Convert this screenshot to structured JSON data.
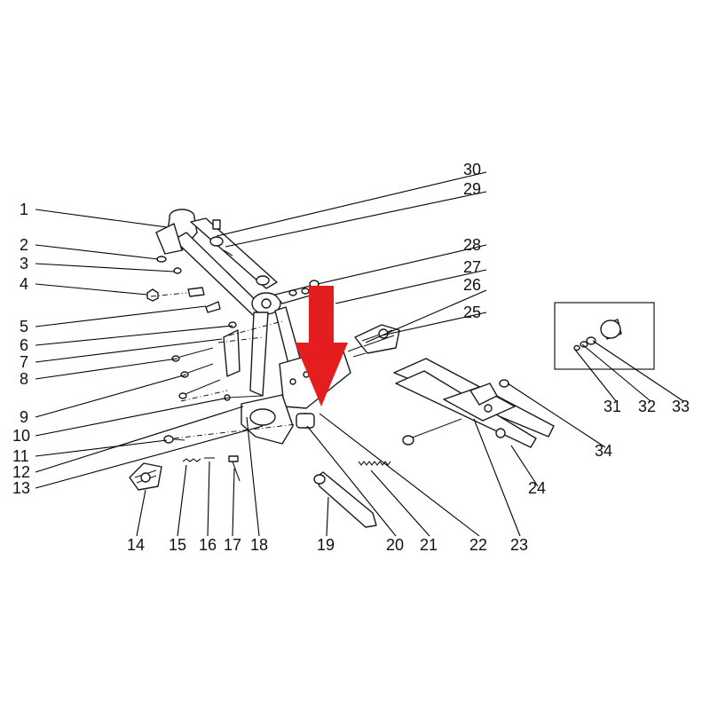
{
  "diagram": {
    "callouts": [
      {
        "number": "1"
      },
      {
        "number": "2"
      },
      {
        "number": "3"
      },
      {
        "number": "4"
      },
      {
        "number": "5"
      },
      {
        "number": "6"
      },
      {
        "number": "7"
      },
      {
        "number": "8"
      },
      {
        "number": "9"
      },
      {
        "number": "10"
      },
      {
        "number": "11"
      },
      {
        "number": "12"
      },
      {
        "number": "13"
      },
      {
        "number": "14"
      },
      {
        "number": "15"
      },
      {
        "number": "16"
      },
      {
        "number": "17"
      },
      {
        "number": "18"
      },
      {
        "number": "19"
      },
      {
        "number": "20"
      },
      {
        "number": "21"
      },
      {
        "number": "22"
      },
      {
        "number": "23"
      },
      {
        "number": "24"
      },
      {
        "number": "25"
      },
      {
        "number": "26"
      },
      {
        "number": "27"
      },
      {
        "number": "28"
      },
      {
        "number": "29"
      },
      {
        "number": "30"
      },
      {
        "number": "31"
      },
      {
        "number": "32"
      },
      {
        "number": "33"
      },
      {
        "number": "34"
      }
    ],
    "highlight": {
      "target_part": "22",
      "arrow_color": "#e41e1e"
    },
    "colors": {
      "line": "#1a1a1a",
      "background": "#ffffff"
    }
  }
}
